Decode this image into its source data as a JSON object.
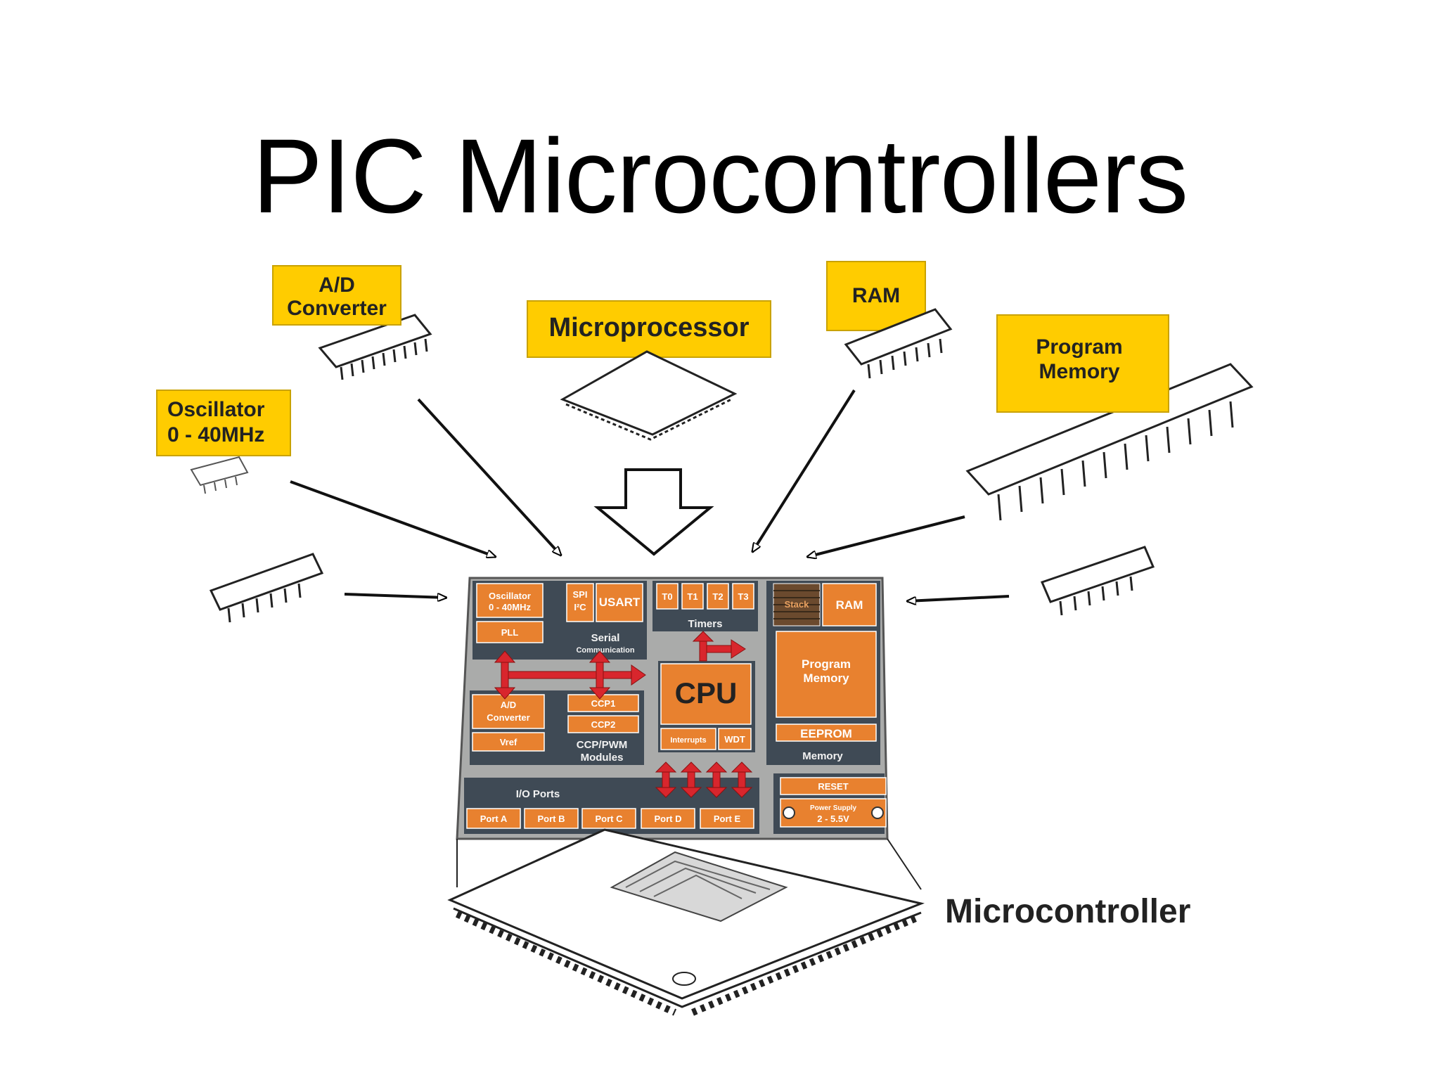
{
  "title": "PIC Microcontrollers",
  "colors": {
    "label_yellow": "#FFCC00",
    "block_orange": "#E8812F",
    "panel_dark": "#3F4A55",
    "die_grey": "#A9AAAA",
    "arrow_red": "#D8262D"
  },
  "external_components": {
    "ad_converter": "A/D Converter",
    "microprocessor": "Microprocessor",
    "ram": "RAM",
    "program_memory": "Program Memory",
    "oscillator_line1": "Oscillator",
    "oscillator_line2": "0 - 40MHz"
  },
  "die": {
    "oscillator": "Oscillator 0 - 40MHz",
    "pll": "PLL",
    "spi_i2c": "SPI I²C",
    "usart": "USART",
    "serial_communication": "Serial Communication",
    "timers": [
      "T0",
      "T1",
      "T2",
      "T3"
    ],
    "timers_label": "Timers",
    "stack_label": "Stack",
    "ram": "RAM",
    "program_memory": "Program Memory",
    "eeprom": "EEPROM",
    "memory_label": "Memory",
    "cpu": "CPU",
    "interrupts": "Interrupts",
    "wdt": "WDT",
    "ad_converter": "A/D Converter",
    "vref": "Vref",
    "ccp1": "CCP1",
    "ccp2": "CCP2",
    "ccp_pwm_modules": "CCP/PWM Modules",
    "io_ports_label": "I/O Ports",
    "ports": [
      "Port A",
      "Port B",
      "Port C",
      "Port D",
      "Port E"
    ],
    "reset": "RESET",
    "power_supply": "Power Supply",
    "voltage": "2 - 5.5V"
  },
  "microcontroller_label": "Microcontroller"
}
